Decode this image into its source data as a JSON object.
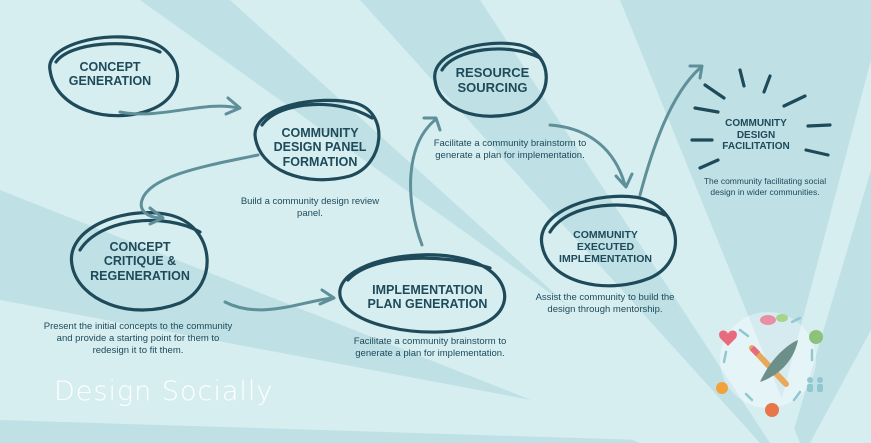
{
  "nodes": {
    "concept_generation": {
      "title": "CONCEPT GENERATION"
    },
    "panel_formation": {
      "title": "COMMUNITY DESIGN PANEL FORMATION",
      "description": "Build a community design review panel."
    },
    "critique": {
      "title": "CONCEPT CRITIQUE & REGENERATION",
      "description": "Present the initial concepts to the community and provide a starting point for them to redesign it to fit them."
    },
    "implementation_plan": {
      "title": "IMPLEMENTATION PLAN GENERATION",
      "description": "Facilitate a community brainstorm to generate a plan for implementation."
    },
    "resource_sourcing": {
      "title": "RESOURCE SOURCING",
      "description": "Facilitate a community brainstorm to generate a plan for implementation."
    },
    "executed_implementation": {
      "title": "COMMUNITY EXECUTED IMPLEMENTATION",
      "description": "Assist the community to build the design through mentorship."
    },
    "facilitation": {
      "title": "COMMUNITY DESIGN FACILITATION",
      "description": "The community facilitating social design in wider communities."
    }
  },
  "brand": {
    "text": "Design Socially"
  },
  "colors": {
    "background": "#bfe1e6",
    "ray": "#d7eef1",
    "ink": "#1e4a5a",
    "arrow": "#5f8f98"
  },
  "icons": [
    "heart-icon",
    "chat-bubbles-icon",
    "gears-icon",
    "people-icon",
    "face-icon",
    "sun-icon",
    "pencil-icon",
    "leaf-icon"
  ]
}
